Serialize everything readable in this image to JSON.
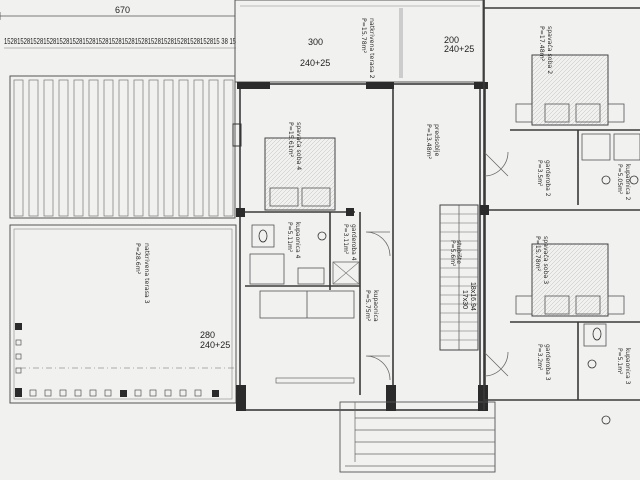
{
  "dimensions": {
    "top_width": "670",
    "repeat_strip": "152815281528152815281528152815281528152815281528152815281528152815 38 15",
    "terrace_2_span": "300",
    "terrace_2_span_sub": "240+25",
    "center_span": "200",
    "center_span_sub": "240+25",
    "terrace_3_span": "280",
    "terrace_3_span_sub": "240+25",
    "stair_spec_1": "17x30",
    "stair_spec_2": "18x16.94"
  },
  "rooms": [
    {
      "id": "terrace-2",
      "name": "natkrivena terasa 2",
      "area": "P=15.78m²"
    },
    {
      "id": "bedroom-4",
      "name": "spavaća soba 4",
      "area": "P=15.61m²"
    },
    {
      "id": "hallway",
      "name": "predsoblje",
      "area": "P=13.48m²"
    },
    {
      "id": "bathroom-4",
      "name": "kupaonica 4",
      "area": "P=5.11m²"
    },
    {
      "id": "wardrobe-4",
      "name": "garderoba 4",
      "area": "P=3.11m²"
    },
    {
      "id": "stairs",
      "name": "stubište",
      "area": "P=5.6m²"
    },
    {
      "id": "laundry",
      "name": "kupaonica",
      "area": "P=5.75m²"
    },
    {
      "id": "terrace-3",
      "name": "natkrivena terasa 3",
      "area": "P=28.6m²"
    },
    {
      "id": "bedroom-2",
      "name": "spavaća soba 2",
      "area": "P=17.48m²"
    },
    {
      "id": "wardrobe-2",
      "name": "garderoba 2",
      "area": "P=3.5m²"
    },
    {
      "id": "bathroom-2",
      "name": "kupaonica 2",
      "area": "P=5.05m²"
    },
    {
      "id": "bedroom-3",
      "name": "spavaća soba 3",
      "area": "P=15.78m²"
    },
    {
      "id": "wardrobe-3",
      "name": "garderoba 3",
      "area": "P=3.2m²"
    },
    {
      "id": "bathroom-3",
      "name": "kupaonica 3",
      "area": "P=5.1m²"
    }
  ]
}
